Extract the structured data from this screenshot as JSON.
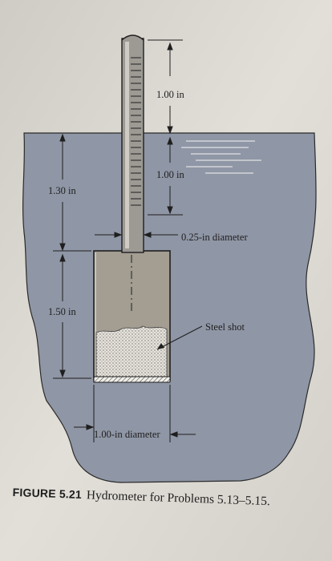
{
  "figure": {
    "label": "FIGURE 5.21",
    "caption": "Hydrometer for Problems 5.13–5.15."
  },
  "dimensions": {
    "stem_above": "1.00 in",
    "stem_below": "1.00 in",
    "left_upper": "1.30 in",
    "left_lower": "1.50 in",
    "stem_diameter": "0.25-in diameter",
    "bulb_diameter": "1.00-in diameter"
  },
  "labels": {
    "steel_shot": "Steel shot"
  },
  "colors": {
    "liquid": "#8f96a5",
    "bulb": "#a39d92",
    "paper": "#e0ddd6",
    "ink": "#1f1f1f"
  }
}
